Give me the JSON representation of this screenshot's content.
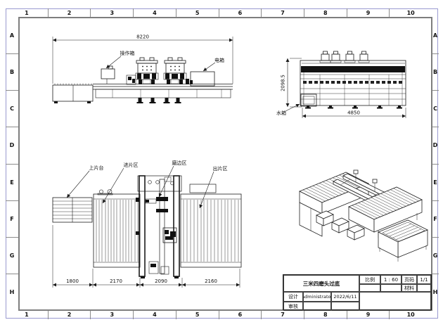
{
  "sheet": {
    "grid_columns": [
      "1",
      "2",
      "3",
      "4",
      "5",
      "6",
      "7",
      "8",
      "9",
      "10"
    ],
    "grid_rows": [
      "A",
      "B",
      "C",
      "D",
      "E",
      "F",
      "G",
      "H"
    ],
    "border_color": "#9a9ad0",
    "frame_color": "#7e7e7e",
    "line_color": "#1b1b1b"
  },
  "views": {
    "front": {
      "dim_total": "8220",
      "label_operator_box": "操作箱",
      "label_electric_box": "电箱"
    },
    "side": {
      "dim_height": "2098.5",
      "dim_length": "4850",
      "label_water_tank": "水箱"
    },
    "plan": {
      "label_loading_table": "上片台",
      "label_infeed_zone": "进片区",
      "label_grinding_zone": "磨边区",
      "label_outfeed_zone": "出片区",
      "dims": [
        "1800",
        "2170",
        "2090",
        "2160"
      ]
    }
  },
  "title_block": {
    "drawing_title": "三米四磨头过底",
    "scale_label": "比例",
    "scale_value": "1 : 60",
    "page_label": "页码",
    "page_value": "1/1",
    "material_label": "材料",
    "material_value": "",
    "designer_label": "设计",
    "designer_value": "Administrator",
    "design_date": "2022/6/11",
    "reviewer_label": "审核",
    "reviewer_value": ""
  }
}
